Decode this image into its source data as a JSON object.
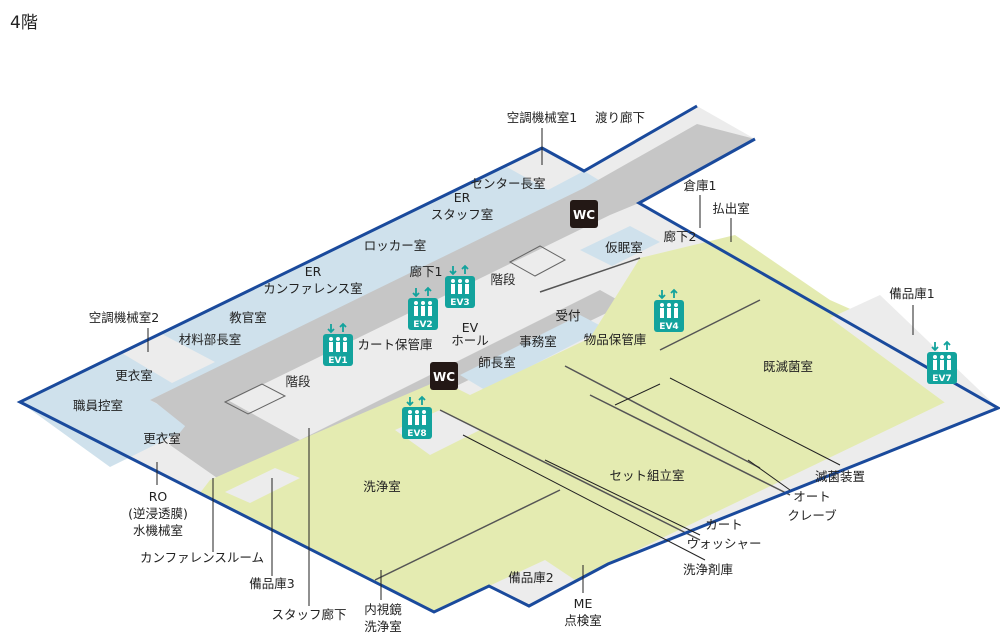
{
  "floor_title": "4階",
  "colors": {
    "outline": "#1a4a9c",
    "corridor": "#c6c6c6",
    "room_gray": "#ececec",
    "room_blue": "#cfe1ec",
    "room_green": "#e4ebb1",
    "elevator": "#13a39d",
    "wc": "#231815"
  },
  "labels": {
    "ac1": "空調機械室1",
    "bridge": "渡り廊下",
    "center_chief": "センター長室",
    "er_staff_1": "ER",
    "er_staff_2": "スタッフ室",
    "nap": "仮眠室",
    "corr2": "廊下2",
    "store1": "倉庫1",
    "dispense": "払出室",
    "locker": "ロッカー室",
    "stairs1": "階段",
    "corr1": "廊下1",
    "er_conf_1": "ER",
    "er_conf_2": "カンファレンス室",
    "reception": "受付",
    "evhall_1": "EV",
    "evhall_2": "ホール",
    "office": "事務室",
    "goods": "物品保管庫",
    "head_nurse": "師長室",
    "ac2": "空調機械室2",
    "instructor": "教官室",
    "material_chief": "材料部長室",
    "cart_storage": "カート保管庫",
    "stairs2": "階段",
    "changing1": "更衣室",
    "staff_lounge": "職員控室",
    "changing2": "更衣室",
    "sterile": "既滅菌室",
    "equip1": "備品庫1",
    "sterilizer": "滅菌装置",
    "autoclave_1": "オート",
    "autoclave_2": "クレーブ",
    "set_assembly": "セット組立室",
    "washing": "洗浄室",
    "cart_washer_1": "カート",
    "cart_washer_2": "ウォッシャー",
    "detergent": "洗浄剤庫",
    "equip2": "備品庫2",
    "me_1": "ME",
    "me_2": "点検室",
    "endo_1": "内視鏡",
    "endo_2": "洗浄室",
    "staff_corr": "スタッフ廊下",
    "equip3": "備品庫3",
    "conf_room": "カンファレンスルーム",
    "ro_1": "RO",
    "ro_2": "(逆浸透膜)",
    "ro_3": "水機械室"
  },
  "elevators": [
    "EV1",
    "EV2",
    "EV3",
    "EV4",
    "EV7",
    "EV8"
  ],
  "wc": [
    "WC",
    "WC"
  ]
}
